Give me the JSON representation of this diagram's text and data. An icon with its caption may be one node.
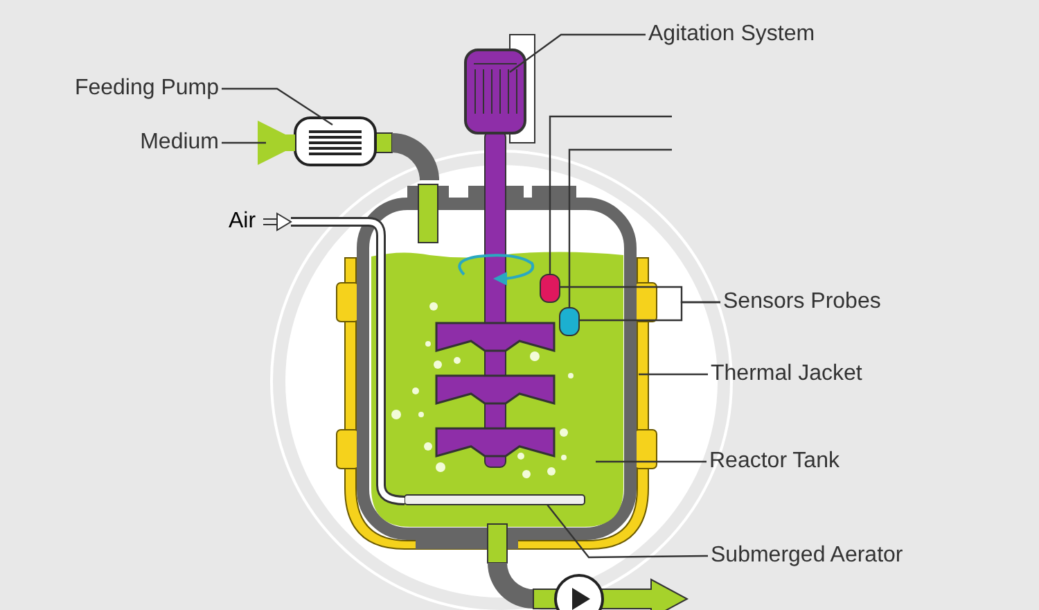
{
  "diagram": {
    "nodes": [
      {
        "text": [
          "Agitation System"
        ]
      },
      {
        "text": [
          "Feeding Pump"
        ]
      },
      {
        "text": [
          "Medium"
        ]
      },
      {
        "text": [
          "Sensors Probes"
        ]
      },
      {
        "text": [
          "Thermal Jacket"
        ]
      },
      {
        "text": [
          "Reactor Tank"
        ]
      },
      {
        "text": [
          "Submerged Aerator"
        ]
      },
      {
        "text": [],
        "shape": "picture"
      },
      {
        "text": [],
        "shape": "picture"
      },
      {
        "text": [],
        "shape": "picture"
      },
      {
        "text": [],
        "shape": "box",
        "in": 13
      },
      {
        "text": [],
        "shape": "box",
        "in": 13
      },
      {
        "text": [],
        "shape": "picture"
      },
      {
        "text": [],
        "shape": "picture"
      },
      {
        "text": [],
        "shape": "bar",
        "in": 13
      }
    ],
    "edges": [
      {
        "from": 0,
        "to": 7,
        "arrow": "none"
      },
      {
        "from": 1,
        "to": 8,
        "arrow": "none"
      },
      {
        "from": 2,
        "to": 9,
        "arrow": "none"
      },
      {
        "from": 3,
        "to": 10,
        "arrow": "none"
      },
      {
        "from": 3,
        "to": 11,
        "arrow": "none"
      },
      {
        "from": 4,
        "to": 12,
        "arrow": "none"
      },
      {
        "from": 5,
        "to": 13,
        "arrow": "none"
      },
      {
        "from": 6,
        "to": 14,
        "arrow": "none"
      },
      {
        "from": null,
        "to": 10,
        "arrow": "none"
      },
      {
        "from": null,
        "to": 11,
        "arrow": "none"
      }
    ],
    "labels": [
      "Air"
    ]
  }
}
